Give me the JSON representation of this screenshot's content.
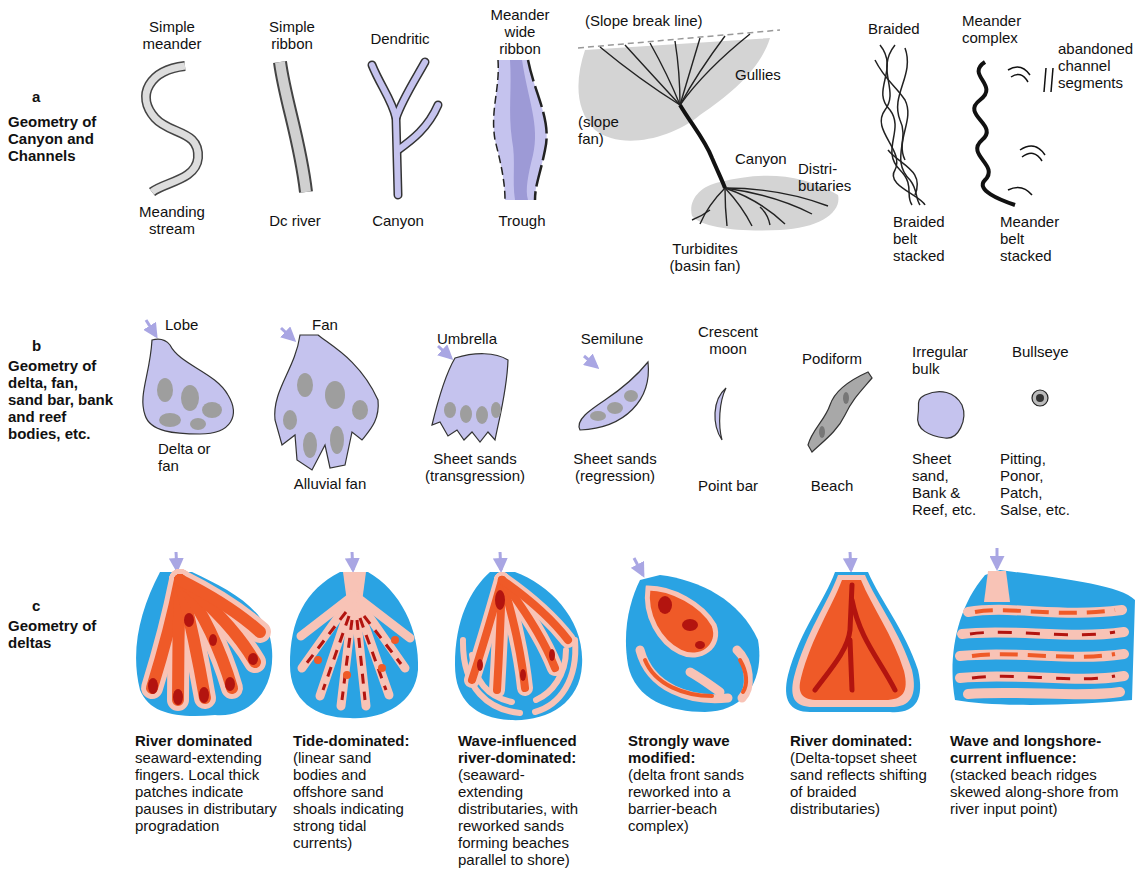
{
  "diagram": {
    "labels": [
      "a",
      "Geometry of Canyon and Channels",
      "b",
      "Geometry of delta, fan, sand bar, bank and reef bodies, etc.",
      "c",
      "Geometry of deltas",
      "Simple meander",
      "Meanding stream",
      "Simple ribbon",
      "Dc river",
      "Dendritic",
      "Canyon",
      "Meander wide ribbon",
      "Trough",
      "(Slope break line)",
      "Gullies",
      "(slope fan)",
      "Canyon",
      "Distri- butaries",
      "Turbidites (basin fan)",
      "Braided",
      "Braided belt stacked",
      "Meander complex",
      "abandoned channel segments",
      "Meander belt stacked",
      "Lobe",
      "Delta or fan",
      "Fan",
      "Alluvial fan",
      "Umbrella",
      "Sheet sands (transgression)",
      "Semilune",
      "Sheet sands (regression)",
      "Crescent moon",
      "Point bar",
      "Podiform",
      "Beach",
      "Irregular bulk",
      "Sheet sand, Bank & Reef, etc.",
      "Bullseye",
      "Pitting, Ponor, Patch, Salse, etc.",
      "River dominated",
      "seaward-extending fingers. Local thick patches indicate pauses in distributary progradation",
      "Tide-dominated:",
      "(linear sand bodies and offshore sand shoals indicating strong tidal currents)",
      "Wave-influenced river-dominated:",
      "(seaward-extending distributaries, with reworked sands forming beaches parallel to shore)",
      "Strongly wave modified:",
      "(delta front sands reworked into a barrier-beach complex)",
      "River dominated:",
      "(Delta-topset sheet sand reflects shifting of braided distributaries)",
      "Wave and longshore-current influence:",
      "(stacked beach ridges skewed along-shore from river input point)"
    ]
  }
}
